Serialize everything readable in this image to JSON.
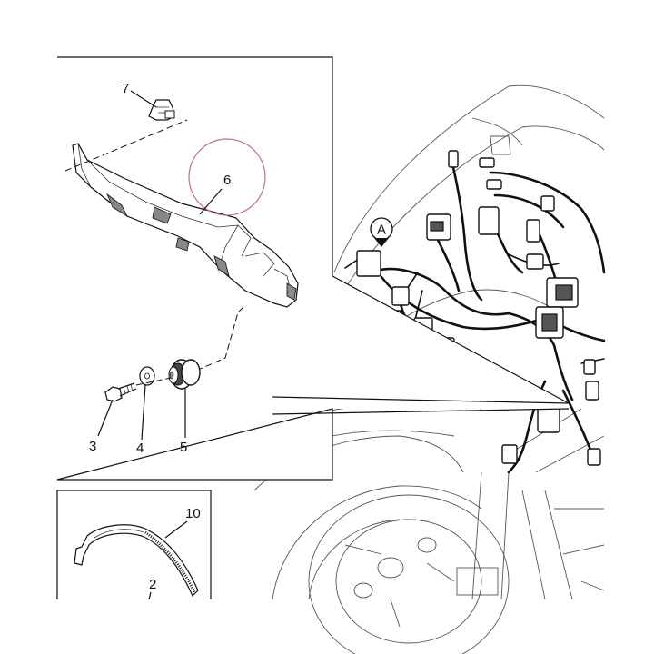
{
  "callouts": {
    "c7": "7",
    "c6": "6",
    "c3": "3",
    "c4": "4",
    "c5": "5",
    "c10": "10",
    "c2": "2"
  },
  "detail_marker": "A",
  "colors": {
    "line": "#111111",
    "highlight_circle": "#c0708a",
    "part_fill": "#ffffff",
    "shade": "#888888"
  }
}
